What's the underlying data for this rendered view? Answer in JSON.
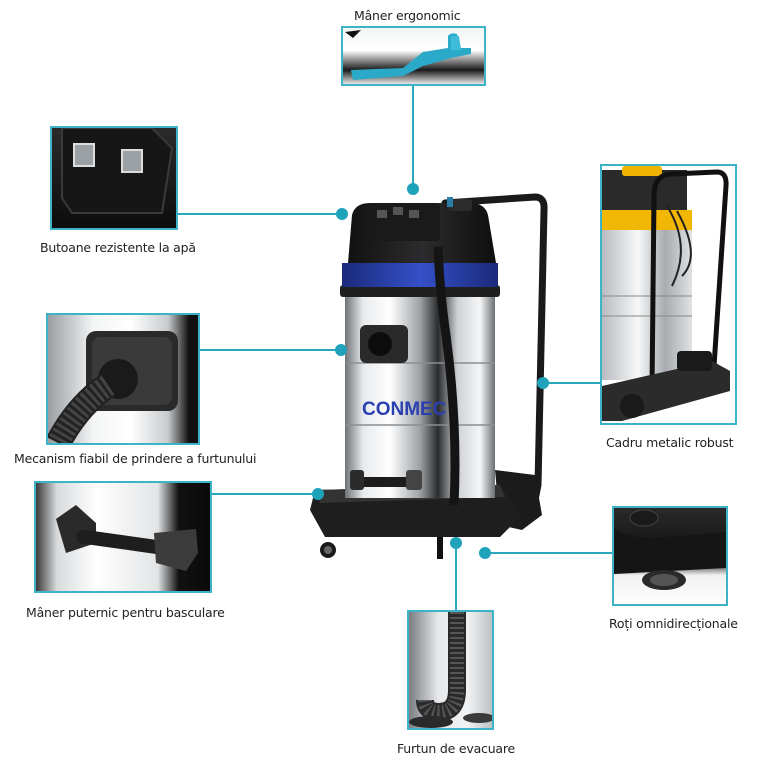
{
  "product": {
    "brand": "CONMEC",
    "type": "industrial wet/dry vacuum cleaner",
    "colors": {
      "accent": "#2aa7bd",
      "brand_blue": "#2a3fb0",
      "body_steel": "#c9ccd0",
      "plastic_black": "#1c1c1e"
    }
  },
  "features": [
    {
      "id": "maner-ergonomic",
      "label": "Mâner ergonomic",
      "icon": "handle-icon"
    },
    {
      "id": "butoane",
      "label": "Butoane rezistente la apă",
      "icon": "switch-buttons-icon"
    },
    {
      "id": "mecanism",
      "label": "Mecanism fiabil de prindere a furtunului",
      "icon": "hose-connector-icon"
    },
    {
      "id": "maner-basculare",
      "label": "Mâner puternic pentru basculare",
      "icon": "tilt-handle-icon"
    },
    {
      "id": "cadru",
      "label": "Cadru metalic robust",
      "icon": "metal-frame-icon"
    },
    {
      "id": "roti",
      "label": "Roți omnidirecționale",
      "icon": "caster-wheel-icon"
    },
    {
      "id": "furtun",
      "label": "Furtun de evacuare",
      "icon": "drain-hose-icon"
    }
  ]
}
